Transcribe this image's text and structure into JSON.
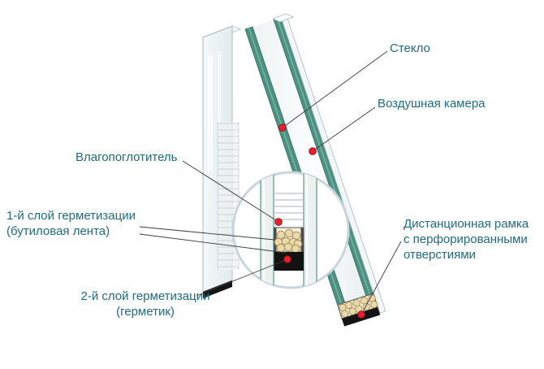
{
  "labels": {
    "glass": "Стекло",
    "air_chamber": "Воздушная камера",
    "desiccant": "Влагопоглотитель",
    "seal1_line1": "1-й слой герметизации",
    "seal1_line2": "(бутиловая лента)",
    "spacer_line1": "Дистанционная рамка",
    "spacer_line2": "с перфорированными",
    "spacer_line3": "отверстиями",
    "seal2_line1": "2-й слой герметизации",
    "seal2_line2": "(герметик)"
  },
  "colors": {
    "label_text": "#1e6b80",
    "glass_edge_teal": "#4d9183",
    "glass_face": "#eef3f5",
    "air_chamber_fill": "#f2f7f8",
    "desiccant_ball": "#e9d8aa",
    "sealant_black": "#141414",
    "callout_dot_red": "#e8212e",
    "callout_line": "#3a3a3a",
    "magnifier_ring": "#c9d5da"
  }
}
